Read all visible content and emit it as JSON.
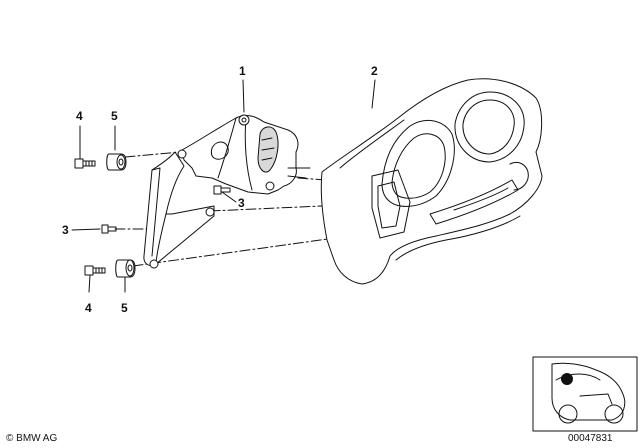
{
  "callouts": {
    "c1": "1",
    "c2": "2",
    "c3a": "3",
    "c3b": "3",
    "c4a": "4",
    "c4b": "4",
    "c5a": "5",
    "c5b": "5"
  },
  "footer": {
    "copyright": "© BMW AG",
    "image_number": "00047831"
  },
  "colors": {
    "line": "#111111",
    "shade": "#d9d9d9"
  }
}
